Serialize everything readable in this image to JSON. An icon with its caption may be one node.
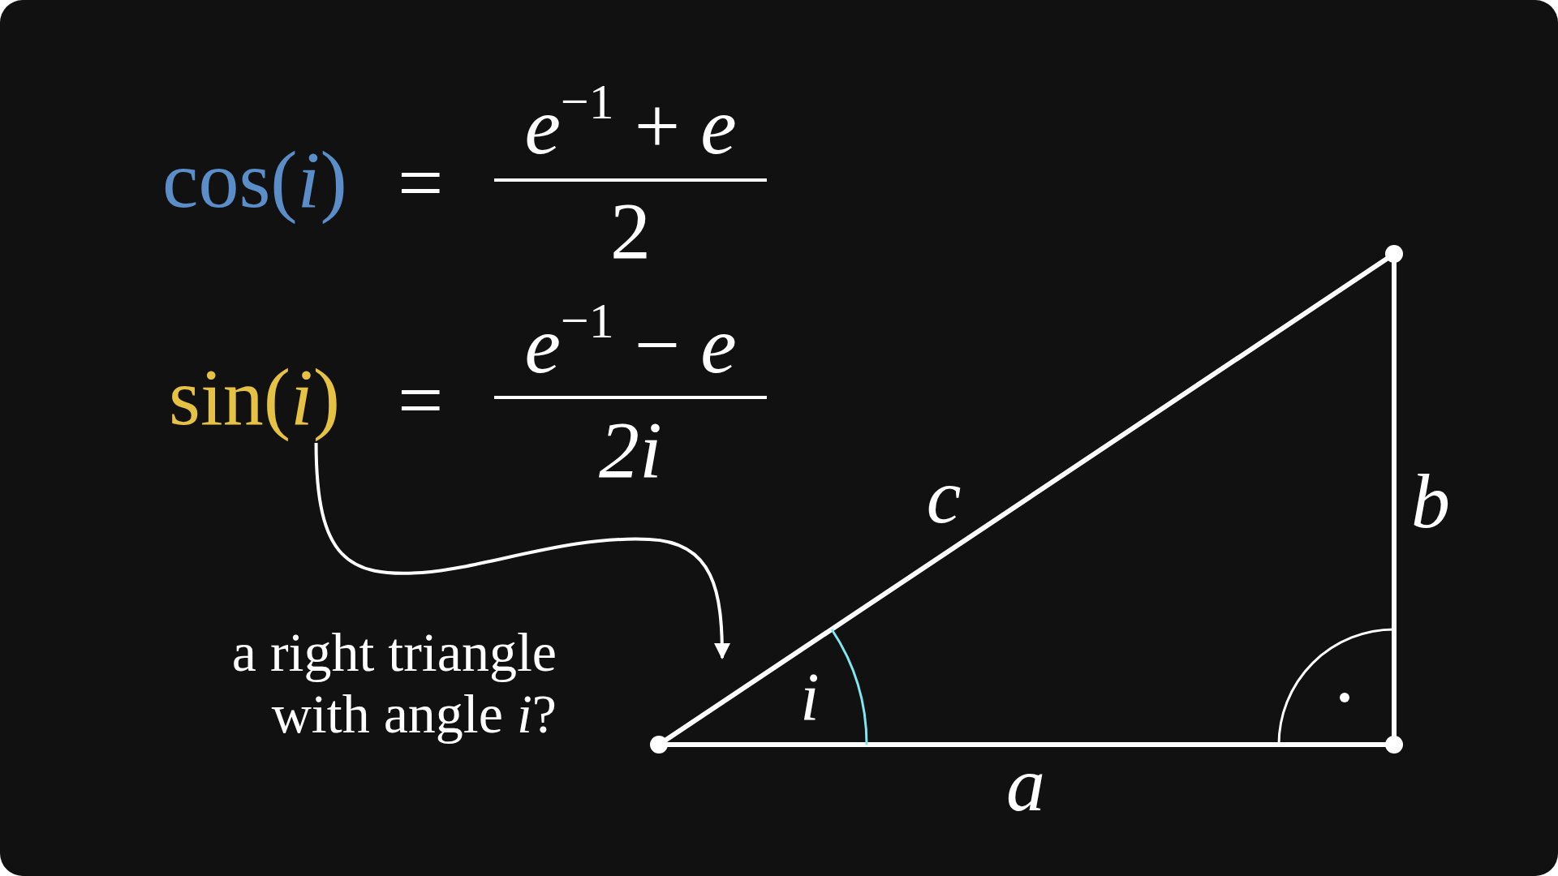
{
  "diagram": {
    "nodes": [
      {
        "text": [
          "sin(*i*)"
        ]
      },
      {
        "text": [
          "i"
        ],
        "beside": [
          "c",
          "b",
          "a"
        ]
      }
    ],
    "edges": [
      {
        "from": 0,
        "to": 1,
        "arrow": "to"
      }
    ],
    "labels": [
      "cos(*i*)",
      "=",
      "*e*$^{−1}$ + *e*",
      "2",
      "=",
      "*e*$^{−1}$ − *e*",
      "2i",
      "a right triangle with angle *i*?"
    ]
  }
}
